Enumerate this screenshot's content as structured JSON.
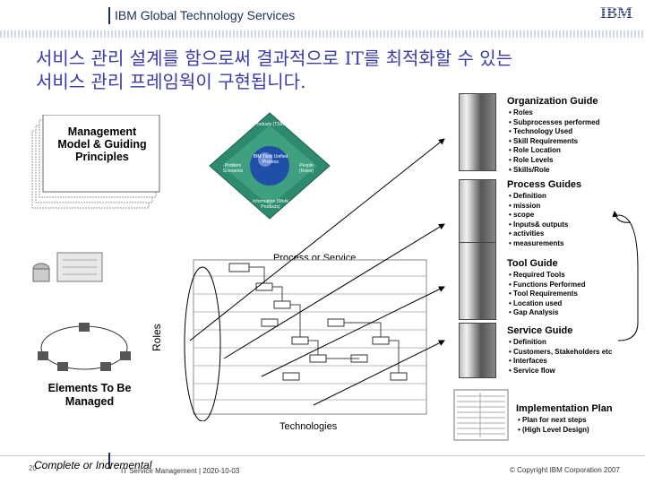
{
  "header": {
    "title": "IBM Global Technology Services",
    "logo": "IBM"
  },
  "title_lines": [
    "서비스 관리 설계를 함으로써 결과적으로 IT를 최적화할 수 있는",
    "서비스 관리 프레임웍이 구현됩니다."
  ],
  "left": {
    "mgmt_model": "Management Model & Guiding Principles",
    "elements": "Elements To Be Managed"
  },
  "diamond": {
    "center": "IBM Tivoli Unified Process",
    "top": "Products (TSMM)",
    "left": "Problem Scenarios",
    "right": "People (Roles)",
    "bottom": "Information (Work Products)"
  },
  "process": {
    "label": "Process or Service",
    "roles": "Roles",
    "technologies": "Technologies"
  },
  "guides": {
    "org": {
      "title": "Organization Guide",
      "items": [
        "Roles",
        "Subprocesses performed",
        "Technology Used",
        "Skill Requirements",
        "Role Location",
        "Role Levels",
        "Skills/Role"
      ]
    },
    "process": {
      "title": "Process Guides",
      "items": [
        "Definition",
        "mission",
        "scope",
        "Inputs& outputs",
        "activities",
        "measurements"
      ]
    },
    "tool": {
      "title": "Tool Guide",
      "items": [
        "Required Tools",
        "Functions Performed",
        "Tool Requirements",
        "Location used",
        "Gap Analysis"
      ]
    },
    "service": {
      "title": "Service Guide",
      "items": [
        "Definition",
        "Customers, Stakeholders etc",
        "Interfaces",
        "Service flow"
      ]
    },
    "impl": {
      "title": "Implementation Plan",
      "items": [
        "Plan for next steps",
        "(High Level Design)"
      ]
    }
  },
  "footer": {
    "note": "Complete or Incremental",
    "page": "20",
    "mid": "IT Service Management | 2020-10-03",
    "copyright": "© Copyright IBM Corporation 2007"
  },
  "colors": {
    "title": "#3b3ba8",
    "header": "#1a2f5a"
  }
}
